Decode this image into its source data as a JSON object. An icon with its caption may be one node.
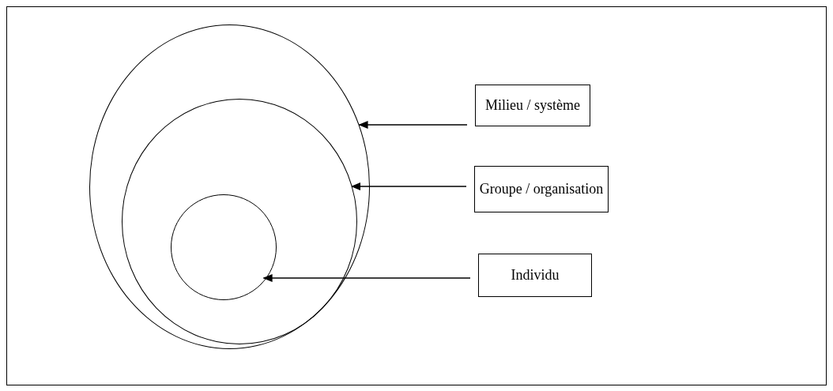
{
  "diagram": {
    "nodes": [
      {
        "text": [],
        "shape": "ellipse"
      },
      {
        "text": [],
        "shape": "ellipse",
        "in": 0
      },
      {
        "text": [],
        "shape": "circle",
        "in": 1
      },
      {
        "text": [
          "Milieu / système"
        ]
      },
      {
        "text": [
          "Groupe / organisation"
        ]
      },
      {
        "text": [
          "Individu"
        ]
      }
    ],
    "edges": [
      {
        "from": 3,
        "to": 0,
        "arrow": "to"
      },
      {
        "from": 4,
        "to": 1,
        "arrow": "to"
      },
      {
        "from": 5,
        "to": 2,
        "arrow": "to"
      }
    ]
  }
}
